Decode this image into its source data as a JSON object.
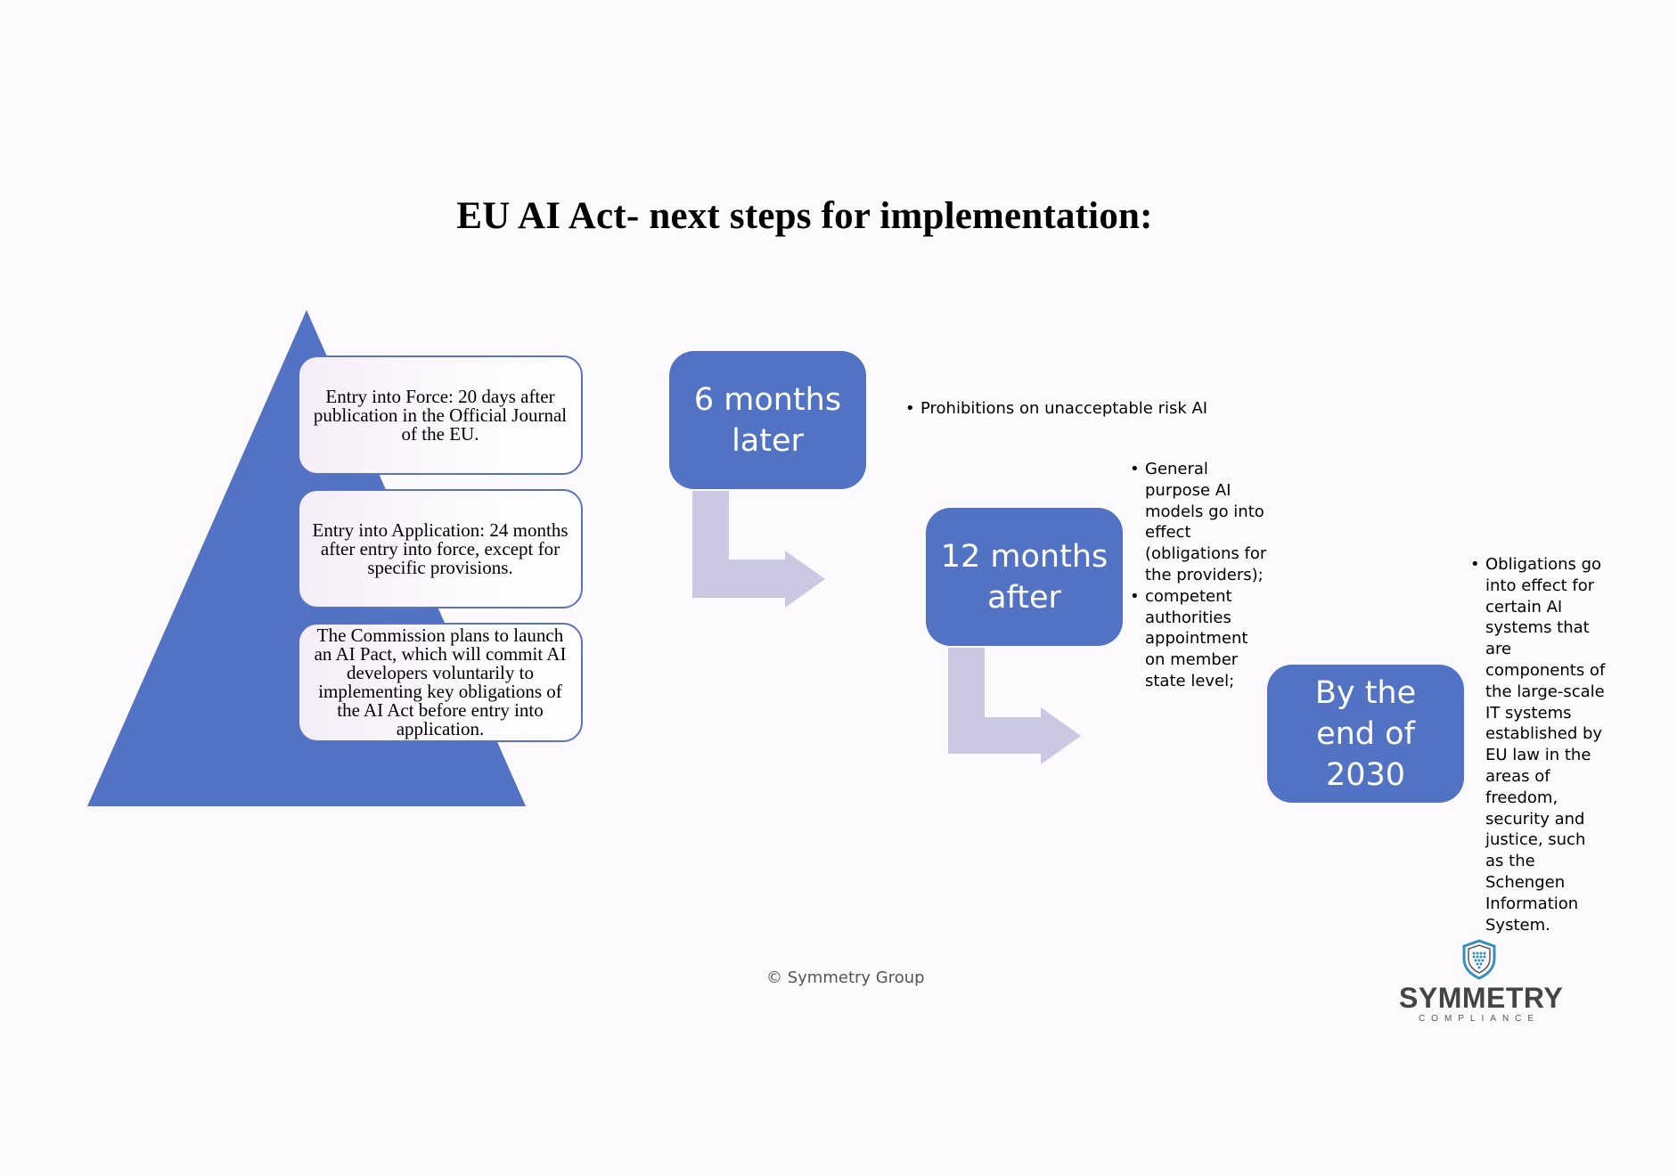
{
  "title": "EU AI Act- next steps for implementation:",
  "pyramid_cards": [
    "Entry into Force: 20 days after publication in the Official Journal of the EU.",
    "Entry into Application: 24 months after entry into force, except for specific provisions.",
    "The Commission plans to launch an AI Pact, which will commit AI developers voluntarily to implementing key obligations of the AI Act before entry into application."
  ],
  "steps": [
    {
      "label": "6 months later",
      "bullets": [
        "Prohibitions on unacceptable risk AI"
      ]
    },
    {
      "label": "12 months after",
      "bullets": [
        "General purpose AI models go into effect (obligations for the providers);",
        "competent authorities appointment on member state level;"
      ]
    },
    {
      "label": "By the end of 2030",
      "bullets": [
        "Obligations go into effect for certain AI systems that are components of the large-scale IT systems established by EU law in the areas of freedom, security and justice, such as the Schengen Information System."
      ]
    }
  ],
  "copyright": "© Symmetry Group",
  "logo": {
    "word": "SYMMETRY",
    "sub": "COMPLIANCE",
    "icon": "shield-icon"
  },
  "colors": {
    "accent": "#5272c4",
    "arrow": "#cbc8e3",
    "background": "#fdfafd"
  }
}
